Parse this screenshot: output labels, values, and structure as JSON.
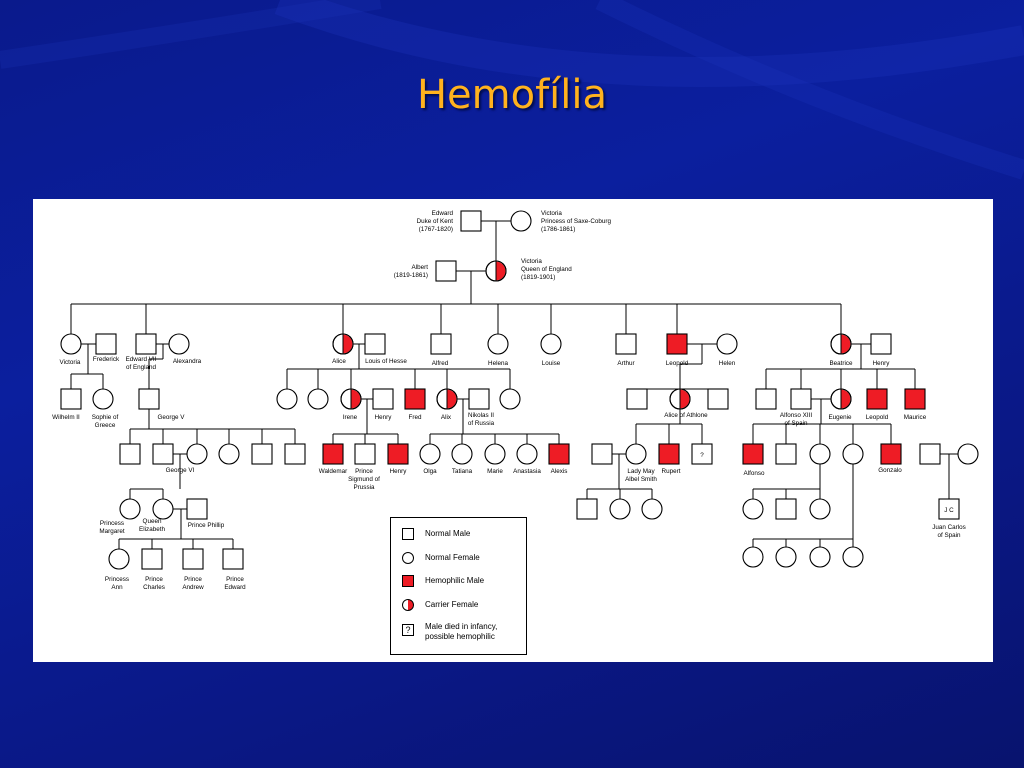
{
  "slide": {
    "title": "Hemofília"
  },
  "pedigree": {
    "gen1": {
      "edward": [
        "Edward",
        "Duke of Kent",
        "(1767-1820)"
      ],
      "victoria_saxe": [
        "Victoria",
        "Princess of Saxe-Coburg",
        "(1786-1861)"
      ]
    },
    "gen2": {
      "albert": [
        "Albert",
        "(1819-1861)"
      ],
      "victoria_queen": [
        "Victoria",
        "Queen of England",
        "(1819-1901)"
      ]
    },
    "gen3": {
      "victoria": "Victoria",
      "frederick": "Frederick",
      "edward_vii": [
        "Edward VII",
        "of England"
      ],
      "alexandra": "Alexandra",
      "alice": "Alice",
      "louis_hesse": "Louis of Hesse",
      "alfred": "Alfred",
      "helena": "Helena",
      "louise": "Louise",
      "arthur": "Arthur",
      "leopold": "Leopold",
      "helen": "Helen",
      "beatrice": "Beatrice",
      "henry": "Henry"
    },
    "gen4": {
      "wilhelm": "Wilhelm II",
      "sophie": [
        "Sophie of",
        "Greece"
      ],
      "george_v": "George V",
      "irene": "Irene",
      "henry": "Henry",
      "fred": "Fred",
      "alix": "Alix",
      "nikolas": [
        "Nikolas II",
        "of Russia"
      ],
      "alice_athlone": "Alice of Athlone",
      "alfonso_xiii": [
        "Alfonso XIII",
        "of Spain"
      ],
      "eugenie": "Eugenie",
      "leopold": "Leopold",
      "maurice": "Maurice"
    },
    "gen5": {
      "george_vi": "George VI",
      "waldemar": "Waldemar",
      "prince_sigmund": [
        "Prince",
        "Sigmund of",
        "Prussia"
      ],
      "henry": "Henry",
      "olga": "Olga",
      "tatiana": "Tatiana",
      "marie": "Marie",
      "anastasia": "Anastasia",
      "alexis": "Alexis",
      "lady_may": [
        "Lady May",
        "Albel Smith"
      ],
      "rupert": "Rupert",
      "unknown_mark": "?",
      "alfonso": "Alfonso",
      "gonzalo": "Gonzalo"
    },
    "gen6": {
      "princess_margaret": [
        "Princess",
        "Margaret"
      ],
      "queen_elizabeth": [
        "Queen",
        "Elizabeth"
      ],
      "prince_phillip": "Prince Phillip",
      "jc_mark": "J C",
      "juan_carlos": [
        "Juan Carlos",
        "of Spain"
      ]
    },
    "gen7": {
      "princess_ann": [
        "Princess",
        "Ann"
      ],
      "prince_charles": [
        "Prince",
        "Charles"
      ],
      "prince_andrew": [
        "Prince",
        "Andrew"
      ],
      "prince_edward": [
        "Prince",
        "Edward"
      ]
    }
  },
  "legend": {
    "normal_male": "Normal Male",
    "normal_female": "Normal Female",
    "hemophilic_male": "Hemophilic Male",
    "carrier_female": "Carrier Female",
    "died_infancy_mark": "?",
    "died_infancy": [
      "Male died in infancy,",
      "possible hemophilic"
    ]
  },
  "colors": {
    "affected": "#ee1c25",
    "title": "#ffb21e",
    "background": "#0a1a8c"
  }
}
